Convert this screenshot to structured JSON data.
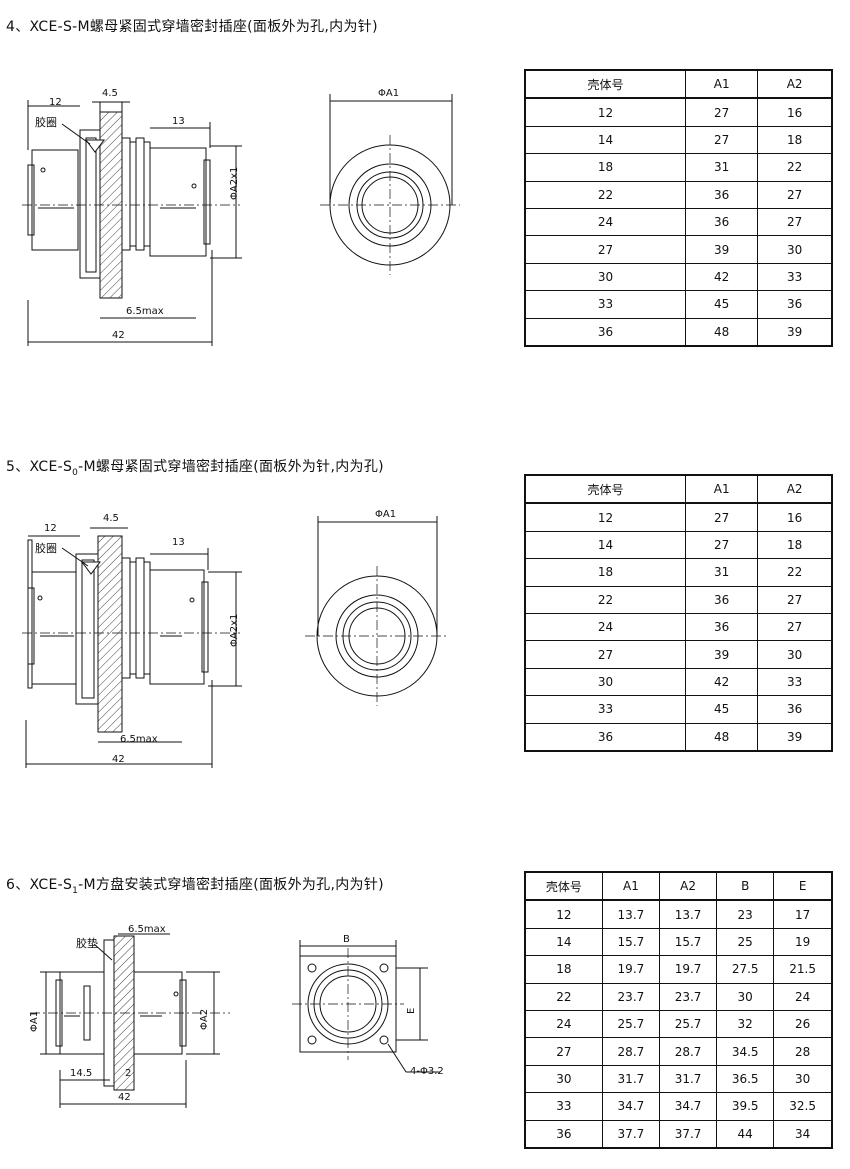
{
  "sections": [
    {
      "title_prefix": "4、XCE-S-M",
      "title_sub": "",
      "title_suffix": "螺母紧固式穿墙密封插座(面板外为孔,内为针)",
      "labels": {
        "d12": "12",
        "d45": "4.5",
        "d13": "13",
        "glue": "胶圈",
        "a2": "ΦA2x1",
        "max": "6.5max",
        "d42": "42",
        "a1": "ΦA1"
      },
      "table": {
        "headers": [
          "壳体号",
          "A1",
          "A2"
        ],
        "rows": [
          [
            "12",
            "27",
            "16"
          ],
          [
            "14",
            "27",
            "18"
          ],
          [
            "18",
            "31",
            "22"
          ],
          [
            "22",
            "36",
            "27"
          ],
          [
            "24",
            "36",
            "27"
          ],
          [
            "27",
            "39",
            "30"
          ],
          [
            "30",
            "42",
            "33"
          ],
          [
            "33",
            "45",
            "36"
          ],
          [
            "36",
            "48",
            "39"
          ]
        ]
      }
    },
    {
      "title_prefix": "5、XCE-S",
      "title_sub": "0",
      "title_suffix": "-M螺母紧固式穿墙密封插座(面板外为针,内为孔)",
      "labels": {
        "d12": "12",
        "d45": "4.5",
        "d13": "13",
        "glue": "胶圈",
        "a2": "ΦA2x1",
        "max": "6.5max",
        "d42": "42",
        "a1": "ΦA1"
      },
      "table": {
        "headers": [
          "壳体号",
          "A1",
          "A2"
        ],
        "rows": [
          [
            "12",
            "27",
            "16"
          ],
          [
            "14",
            "27",
            "18"
          ],
          [
            "18",
            "31",
            "22"
          ],
          [
            "22",
            "36",
            "27"
          ],
          [
            "24",
            "36",
            "27"
          ],
          [
            "27",
            "39",
            "30"
          ],
          [
            "30",
            "42",
            "33"
          ],
          [
            "33",
            "45",
            "36"
          ],
          [
            "36",
            "48",
            "39"
          ]
        ]
      }
    },
    {
      "title_prefix": "6、XCE-S",
      "title_sub": "1",
      "title_suffix": "-M方盘安装式穿墙密封插座(面板外为孔,内为针)",
      "labels": {
        "pad": "胶垫",
        "max": "6.5max",
        "a1": "ΦA1",
        "a2": "ΦA2",
        "d145": "14.5",
        "d2": "2",
        "d42": "42",
        "b": "B",
        "e": "E",
        "holes": "4-Φ3.2"
      },
      "table": {
        "headers": [
          "壳体号",
          "A1",
          "A2",
          "B",
          "E"
        ],
        "rows": [
          [
            "12",
            "13.7",
            "13.7",
            "23",
            "17"
          ],
          [
            "14",
            "15.7",
            "15.7",
            "25",
            "19"
          ],
          [
            "18",
            "19.7",
            "19.7",
            "27.5",
            "21.5"
          ],
          [
            "22",
            "23.7",
            "23.7",
            "30",
            "24"
          ],
          [
            "24",
            "25.7",
            "25.7",
            "32",
            "26"
          ],
          [
            "27",
            "28.7",
            "28.7",
            "34.5",
            "28"
          ],
          [
            "30",
            "31.7",
            "31.7",
            "36.5",
            "30"
          ],
          [
            "33",
            "34.7",
            "34.7",
            "39.5",
            "32.5"
          ],
          [
            "36",
            "37.7",
            "37.7",
            "44",
            "34"
          ]
        ]
      }
    }
  ]
}
